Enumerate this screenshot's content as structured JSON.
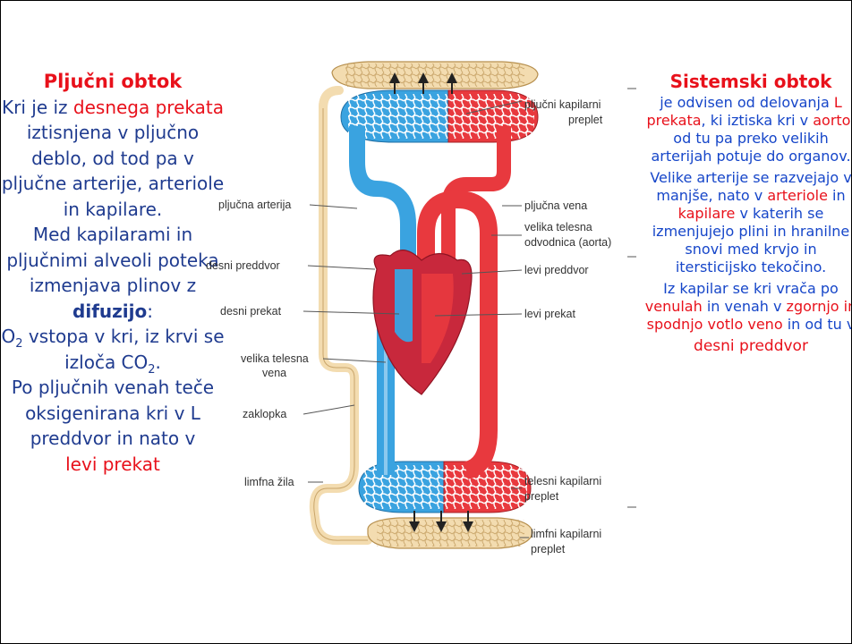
{
  "left": {
    "title": "Pljučni obtok",
    "line1": "Kri je iz ",
    "line1_red": "desnega prekata",
    "line2": " iztisnjena v pljučno deblo, od tod pa v pljučne arterije, arteriole in kapilare.",
    "line3": "Med kapilarami in pljučnimi alveoli poteka izmenjava plinov z ",
    "line3_bold": "difuzijo",
    "line3_end": ":",
    "o2": "O",
    "o2_sub": "2",
    "o2_text": " vstopa v kri, iz krvi se izloča CO",
    "co2_sub": "2",
    "co2_end": ".",
    "line5": "Po pljučnih venah teče oksigenirana kri v L preddvor in nato v",
    "line6_red": "levi prekat"
  },
  "right": {
    "title": "Sistemski obtok",
    "p1a": "je odvisen od delovanja ",
    "p1b": "L prekata",
    "p1c": ", ki iztiska kri v ",
    "p1d": "aorto",
    "p1e": ", od tu pa preko velikih arterijah potuje do organov.",
    "p2a": "Velike arterije se razvejajo v manjše, nato v ",
    "p2b": "arteriole",
    "p2c": " in ",
    "p2d": "kapilare",
    "p2e": " v katerih se izmenjujejo plini in hranilne snovi med krvjo in itersticijsko tekočino.",
    "p3a": "Iz kapilar se kri vrača po ",
    "p3b": "venulah",
    "p3c": " in venah v ",
    "p3d": "zgornjo in spodnjo votlo veno",
    "p3e": " in od tu v",
    "p3f": "desni preddvor"
  },
  "labels": {
    "pljucni_kapilarni_1": "pljučni kapilarni",
    "pljucni_kapilarni_2": "preplet",
    "pljucna_arterija": "pljučna arterija",
    "pljucna_vena": "pljučna vena",
    "aorta_1": "velika telesna",
    "aorta_2": "odvodnica (aorta)",
    "desni_preddvor": "desni preddvor",
    "levi_preddvor": "levi preddvor",
    "desni_prekat": "desni prekat",
    "levi_prekat": "levi prekat",
    "vena_1": "velika telesna",
    "vena_2": "vena",
    "zaklopka": "zaklopka",
    "limfna_zila": "limfna žila",
    "telesni_1": "telesni kapilarni",
    "telesni_2": "preplet",
    "limfni_1": "limfni kapilarni",
    "limfni_2": "preplet"
  },
  "colors": {
    "oxygenated": "#e8393e",
    "deoxygenated": "#3aa3e0",
    "lymph": "#f3dcb0",
    "heart": "#c8283c",
    "text_blue": "#1f3b8f",
    "text_red": "#e8111b"
  }
}
